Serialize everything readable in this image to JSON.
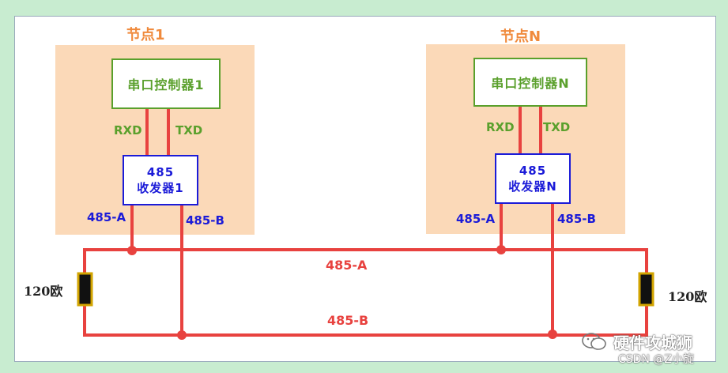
{
  "node1": {
    "title": "节点1",
    "controller": "串口控制器1",
    "rxd": "RXD",
    "txd": "TXD",
    "transceiver_line1": "485",
    "transceiver_line2": "收发器1",
    "a_label": "485-A",
    "b_label": "485-B"
  },
  "nodeN": {
    "title": "节点N",
    "controller": "串口控制器N",
    "rxd": "RXD",
    "txd": "TXD",
    "transceiver_line1": "485",
    "transceiver_line2": "收发器N",
    "a_label": "485-A",
    "b_label": "485-B"
  },
  "bus": {
    "a_label": "485-A",
    "b_label": "485-B"
  },
  "resistors": {
    "left_label": "120欧",
    "right_label": "120欧"
  },
  "watermark": {
    "line1": "硬件攻城狮",
    "line2": "CSDN @Z小旋"
  },
  "colors": {
    "wire": "#e8423f",
    "controller": "#5aa02c",
    "transceiver": "#1b1bd8",
    "node_bg": "#fbd9b8",
    "node_title": "#f08a3c",
    "page_bg": "#c8ecd0"
  }
}
